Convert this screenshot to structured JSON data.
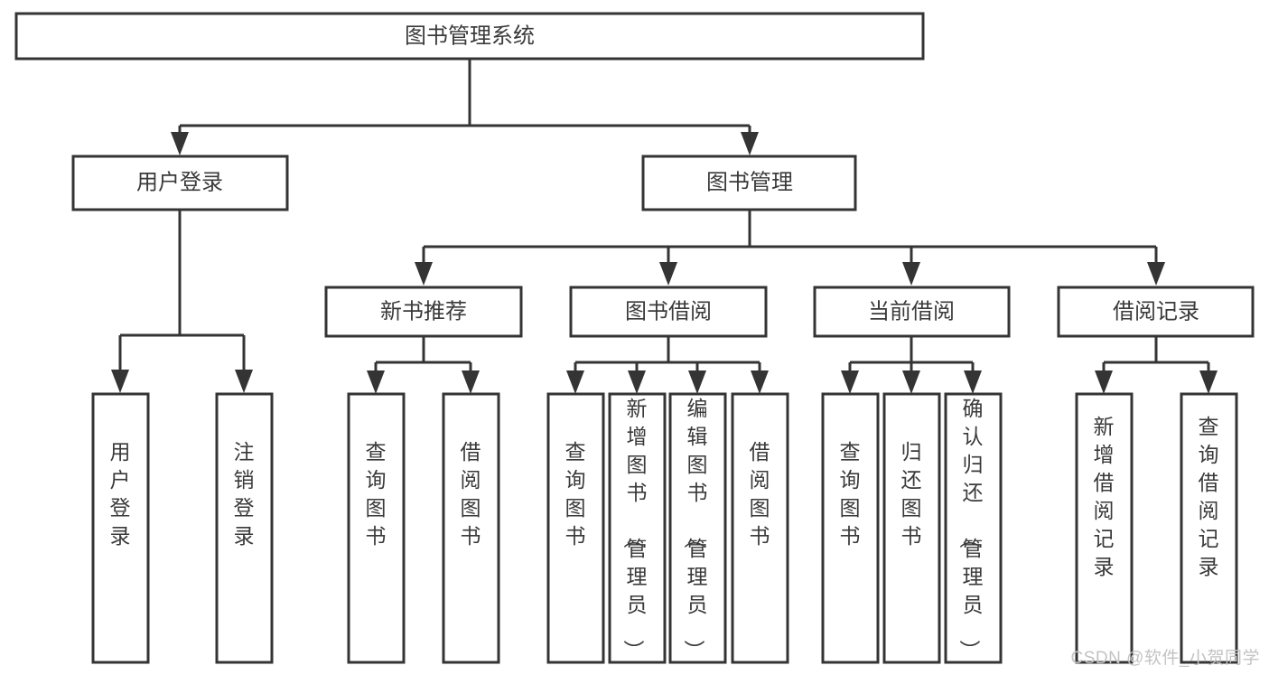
{
  "diagram": {
    "type": "tree-hierarchy-chart",
    "title_node": {
      "label": "图书管理系统"
    },
    "level2": [
      {
        "id": "user-login",
        "label": "用户登录"
      },
      {
        "id": "book-management",
        "label": "图书管理"
      }
    ],
    "level3": [
      {
        "id": "new-book-recommend",
        "label": "新书推荐"
      },
      {
        "id": "book-borrow",
        "label": "图书借阅"
      },
      {
        "id": "current-borrow",
        "label": "当前借阅"
      },
      {
        "id": "borrow-record",
        "label": "借阅记录"
      }
    ],
    "leaves": {
      "user_login": [
        {
          "id": "leaf-user-login",
          "label": "用户登录"
        },
        {
          "id": "leaf-logout-login",
          "label": "注销登录"
        }
      ],
      "new_book_recommend": [
        {
          "id": "leaf-query-book-1",
          "label": "查询图书"
        },
        {
          "id": "leaf-borrow-book-1",
          "label": "借阅图书"
        }
      ],
      "book_borrow": [
        {
          "id": "leaf-query-book-2",
          "label": "查询图书"
        },
        {
          "id": "leaf-add-book",
          "label": "新增图书（管理员）"
        },
        {
          "id": "leaf-edit-book",
          "label": "编辑图书（管理员）"
        },
        {
          "id": "leaf-borrow-book-2",
          "label": "借阅图书"
        }
      ],
      "current_borrow": [
        {
          "id": "leaf-query-book-3",
          "label": "查询图书"
        },
        {
          "id": "leaf-return-book",
          "label": "归还图书"
        },
        {
          "id": "leaf-confirm-return",
          "label": "确认归还（管理员）"
        }
      ],
      "borrow_record": [
        {
          "id": "leaf-add-record",
          "label": "新增借阅记录"
        },
        {
          "id": "leaf-query-record",
          "label": "查询借阅记录"
        }
      ]
    },
    "colors": {
      "stroke": "#343434",
      "box_fill": "#ffffff",
      "text": "#3a3a3a",
      "background": "#ffffff",
      "watermark": "#c3c3c3"
    }
  },
  "watermark": {
    "text": "CSDN @软件_小贺同学"
  }
}
